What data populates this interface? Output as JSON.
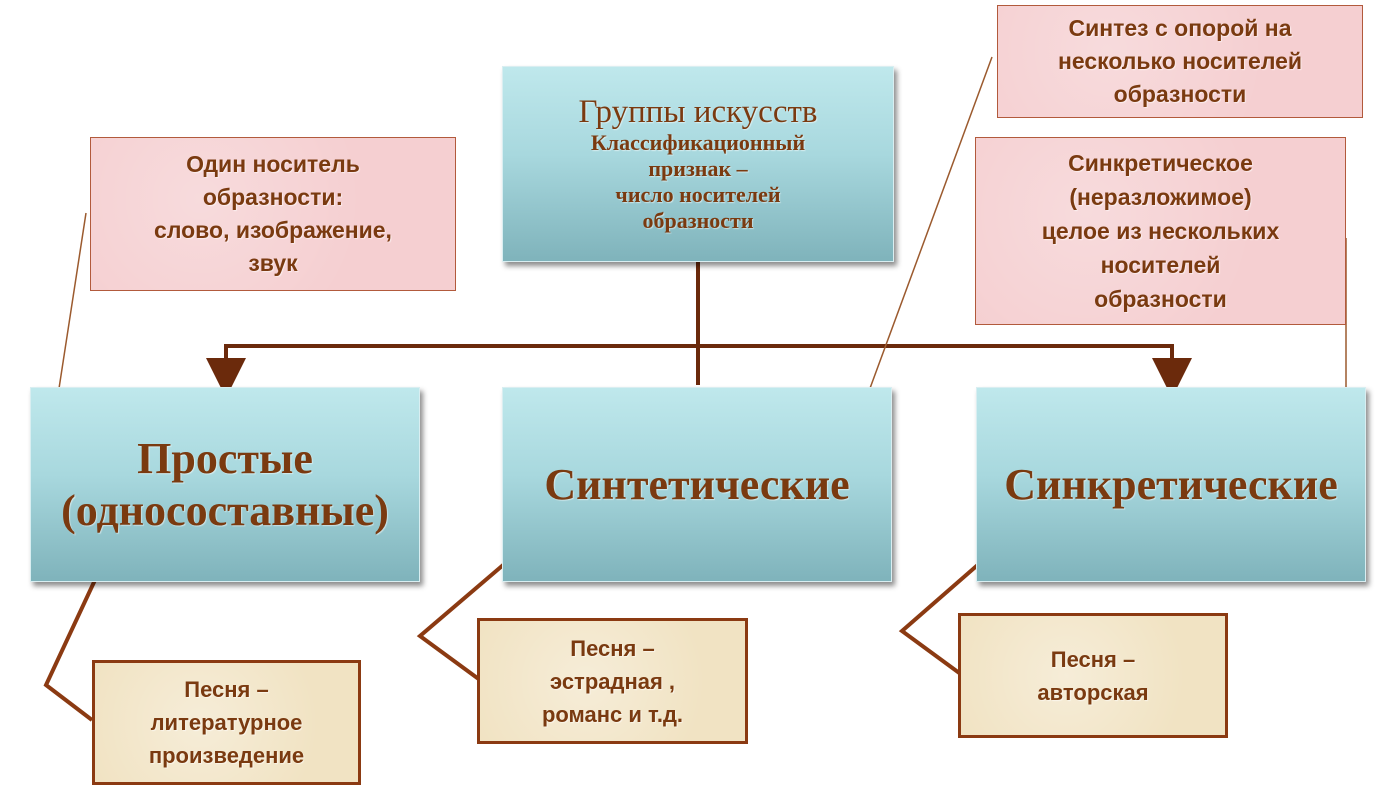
{
  "root": {
    "title": "Группы искусств",
    "lines": [
      "Классификационный",
      "признак –",
      "число носителей",
      "образности"
    ]
  },
  "categories": [
    {
      "name_lines": [
        "Простые",
        "(односоставные)"
      ]
    },
    {
      "name_lines": [
        "Синтетические"
      ]
    },
    {
      "name_lines": [
        "Синкретические"
      ]
    }
  ],
  "notes": [
    {
      "lines": [
        "Один носитель",
        "образности:",
        "слово, изображение,",
        "звук"
      ]
    },
    {
      "lines": [
        "Синтез с опорой на",
        "несколько носителей",
        "образности"
      ]
    },
    {
      "lines": [
        "Синкретическое",
        "(неразложимое)",
        "целое из нескольких",
        "носителей",
        "образности"
      ]
    }
  ],
  "examples": [
    {
      "lines": [
        "Песня –",
        "литературное",
        "произведение"
      ]
    },
    {
      "lines": [
        "Песня –",
        "эстрадная ,",
        "романс и т.д."
      ]
    },
    {
      "lines": [
        "Песня –",
        "авторская"
      ]
    }
  ],
  "colors": {
    "text": "#7a3a10",
    "connector": "#6b2a0c",
    "teal_box": "#a8d8de",
    "pink_box": "#f5cfd1",
    "beige_box": "#f1e3c3"
  }
}
